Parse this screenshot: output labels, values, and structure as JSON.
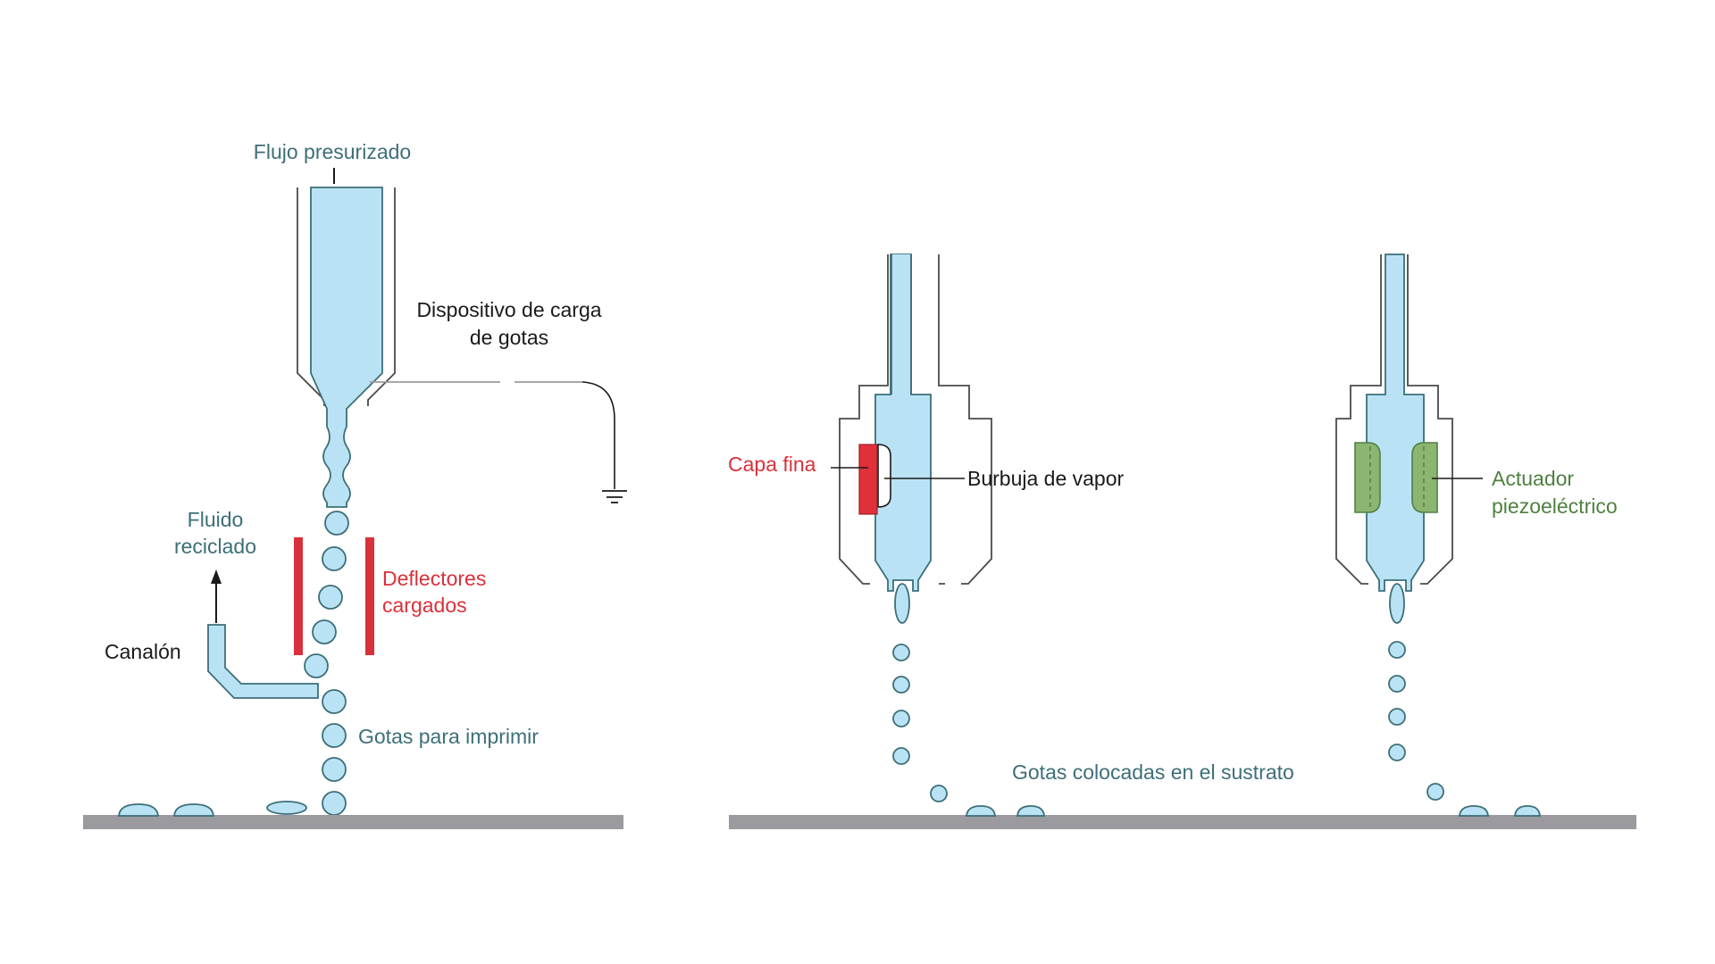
{
  "colors": {
    "fluid": "#b9e3f4",
    "outline": "#3d6f78",
    "housing": "#4a4a4a",
    "deflector": "#d9313b",
    "heater": "#e0313b",
    "piezo": "#8cb572",
    "piezo_outline": "#4f7f46",
    "substrate": "#9b9a9f",
    "teal_text": "#3d6f78",
    "red_text": "#d9313b",
    "green_text": "#4f8040",
    "black_text": "#1a1a1a",
    "charge_line": "#b0b0b0"
  },
  "labels": {
    "pressurized_flow": "Flujo presurizado",
    "charging_device_line1": "Dispositivo de carga",
    "charging_device_line2": "de gotas",
    "recycled_line1": "Fluido",
    "recycled_line2": "reciclado",
    "gutter": "Canalón",
    "deflectors_line1": "Deflectores",
    "deflectors_line2": "cargados",
    "print_drops": "Gotas para imprimir",
    "thin_film": "Capa fina",
    "vapor_bubble": "Burbuja de vapor",
    "piezo_line1": "Actuador",
    "piezo_line2": "piezoeléctrico",
    "placed_drops": "Gotas colocadas en el sustrato"
  },
  "icons": {
    "ground": "ground-symbol-icon",
    "arrow": "arrow-up-icon"
  }
}
